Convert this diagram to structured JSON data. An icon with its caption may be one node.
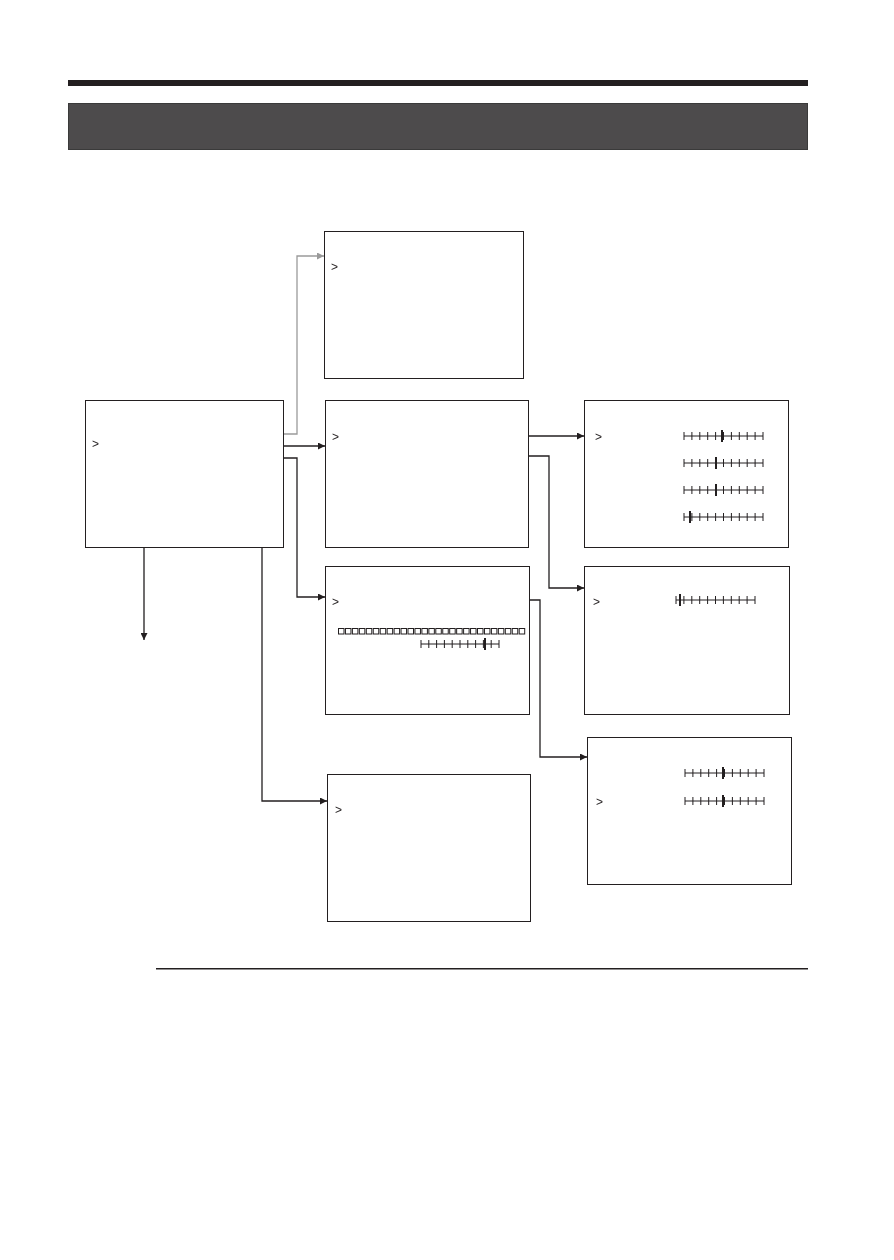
{
  "diagram": {
    "nodes": [
      {
        "text": [],
        "shape": "bar"
      },
      {
        "text": [
          ">"
        ]
      },
      {
        "text": [
          ">"
        ]
      },
      {
        "text": [
          ">"
        ]
      },
      {
        "text": [
          ">"
        ]
      },
      {
        "text": [
          ">"
        ]
      },
      {
        "text": [
          ">"
        ]
      },
      {
        "text": [
          ">"
        ]
      },
      {
        "text": [
          ">"
        ]
      }
    ],
    "edges": [
      {
        "from": 1,
        "to": 2,
        "arrow": "to",
        "color": "#9a9a9a"
      },
      {
        "from": 1,
        "to": 3,
        "arrow": "to"
      },
      {
        "from": 1,
        "to": 4,
        "arrow": "to"
      },
      {
        "from": 1,
        "to": 5,
        "arrow": "to"
      },
      {
        "from": 1,
        "to": null,
        "arrow": "to"
      },
      {
        "from": 3,
        "to": 6,
        "arrow": "to"
      },
      {
        "from": 3,
        "to": 7,
        "arrow": "to"
      },
      {
        "from": 4,
        "to": 8,
        "arrow": "to"
      }
    ]
  }
}
